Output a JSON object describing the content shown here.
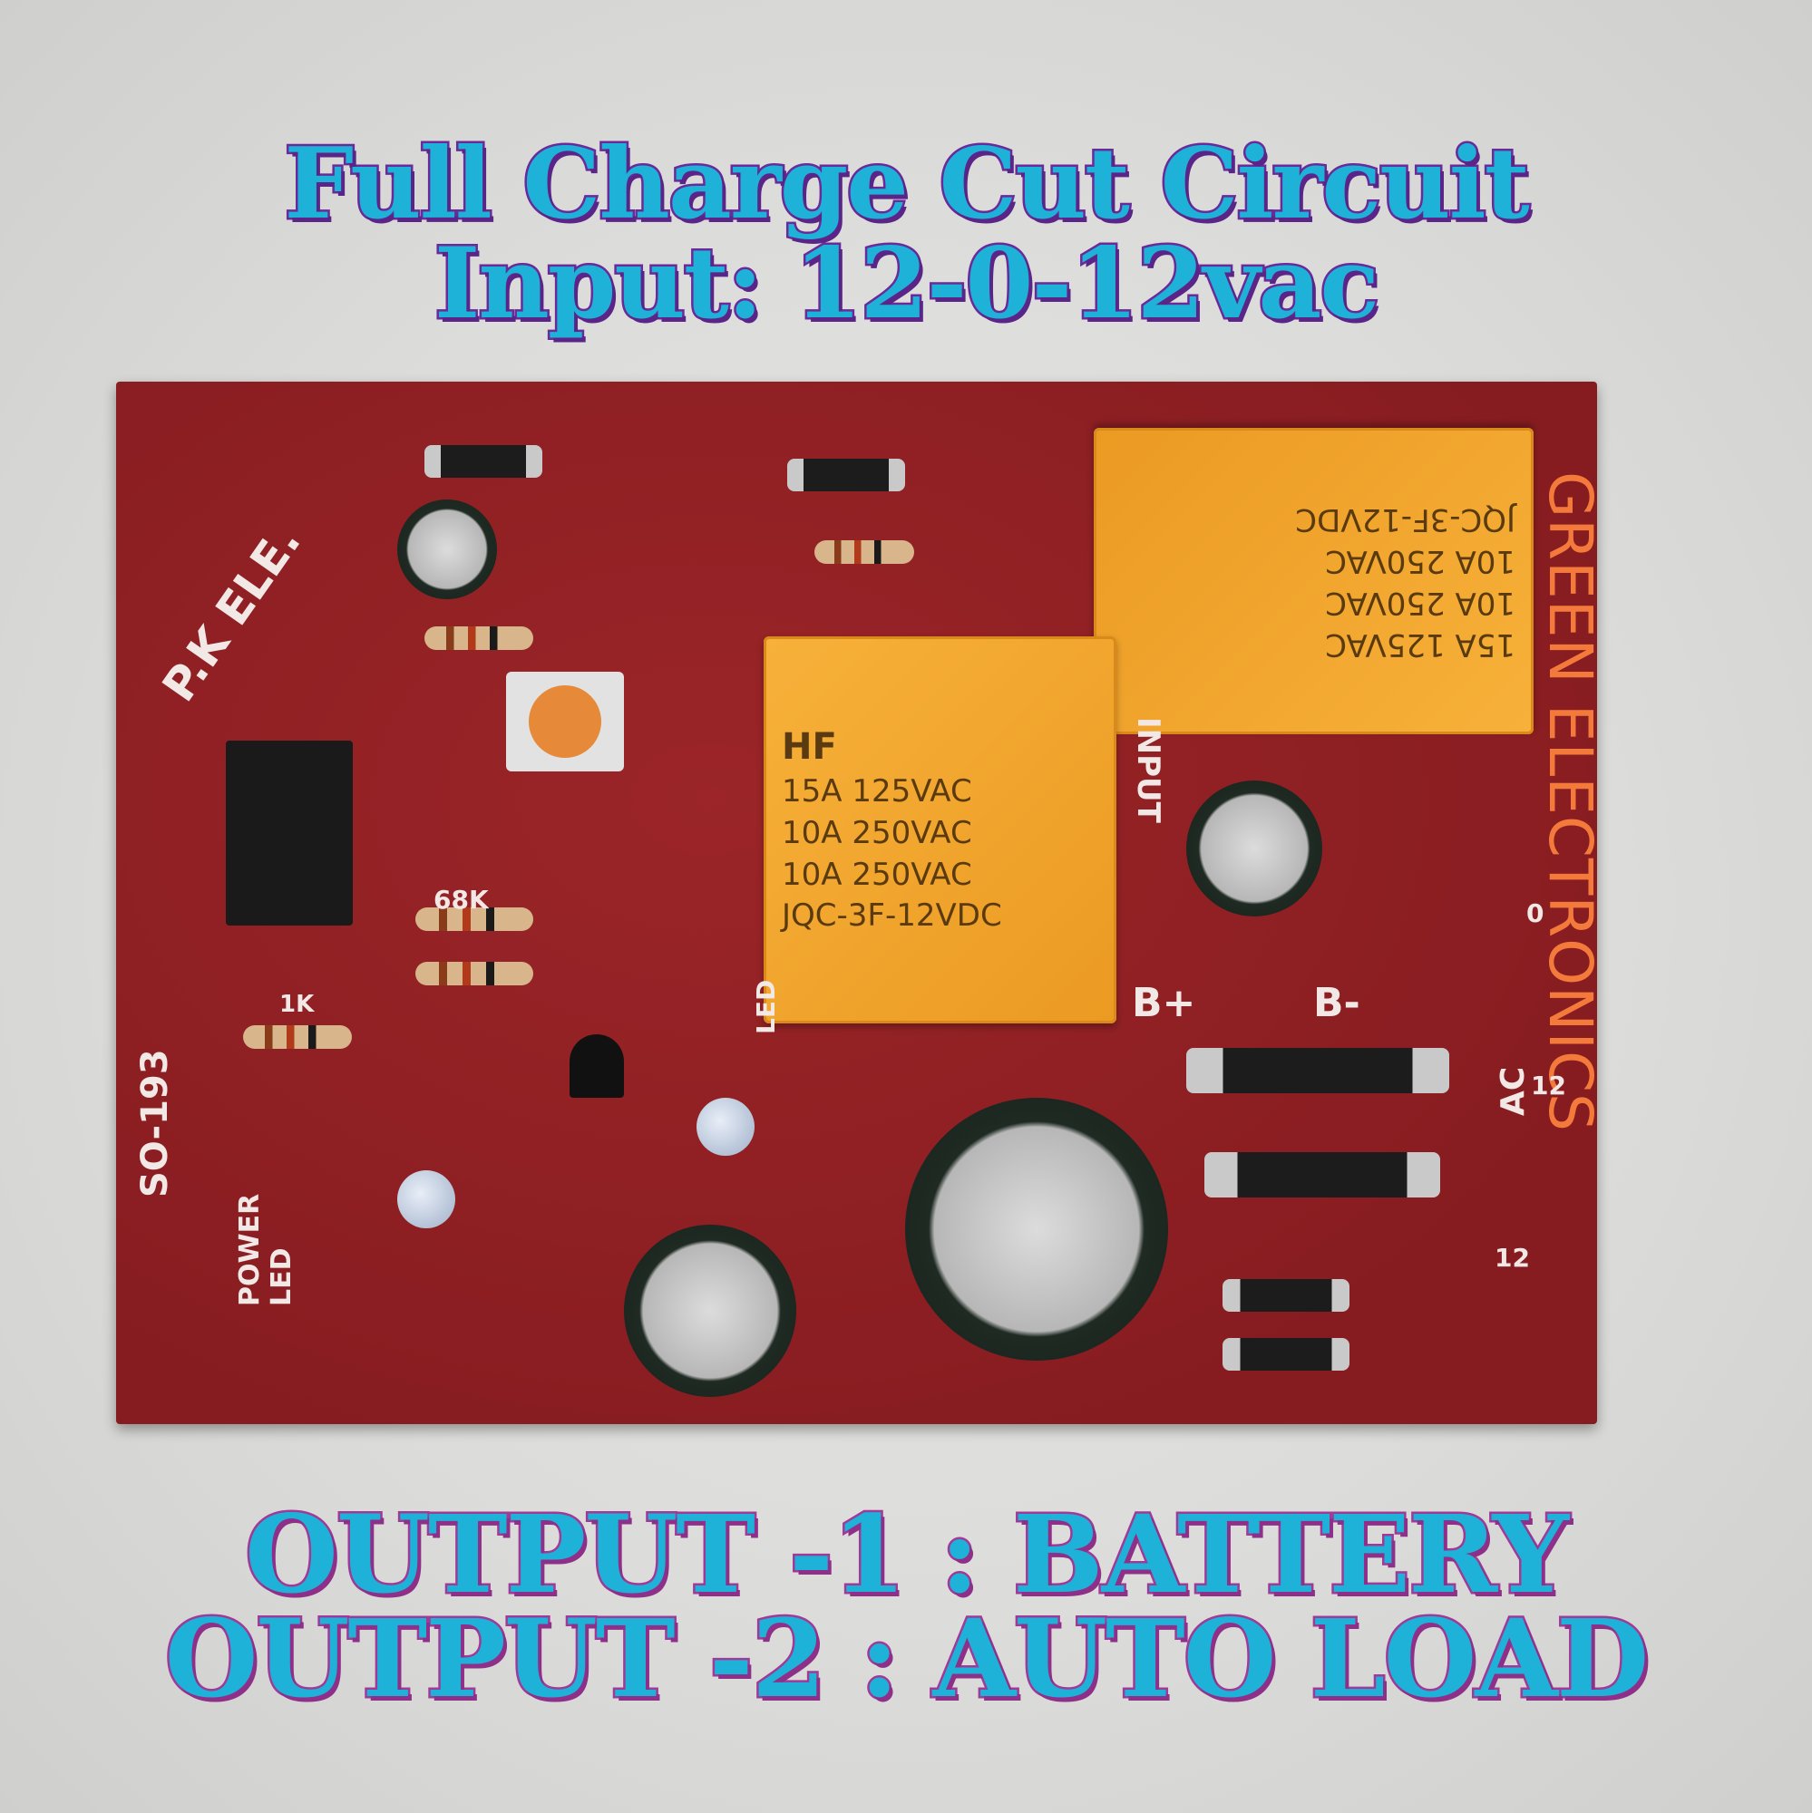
{
  "title": {
    "line1": "Full Charge Cut Circuit",
    "line2": "Input: 12-0-12vac"
  },
  "outputs": {
    "line1": "OUTPUT -1 : BATTERY",
    "line2": "OUTPUT -2 : AUTO LOAD"
  },
  "watermark": "GREEN ELECTRONICS",
  "pcb": {
    "maker": "P.K ELE.",
    "model": "SO-193",
    "power_led": "POWER LED",
    "resistor_68k": "68K",
    "resistor_1k": "1K",
    "input": "INPUT",
    "b_plus": "B+",
    "b_minus": "B-",
    "ac": "AC",
    "tap_0": "0",
    "tap_12a": "12",
    "tap_12b": "12",
    "led": "LED",
    "relay": {
      "brand": "HF",
      "lines": [
        "15A 125VAC",
        "10A 250VAC",
        "10A 250VAC",
        "JQC-3F-12VDC"
      ]
    }
  },
  "colors": {
    "headline_fill": "#1fb2d8",
    "headline_outline": "#6a2a9a",
    "pcb": "#8e1f22",
    "relay": "#f2a730",
    "watermark": "#f47a3c"
  }
}
